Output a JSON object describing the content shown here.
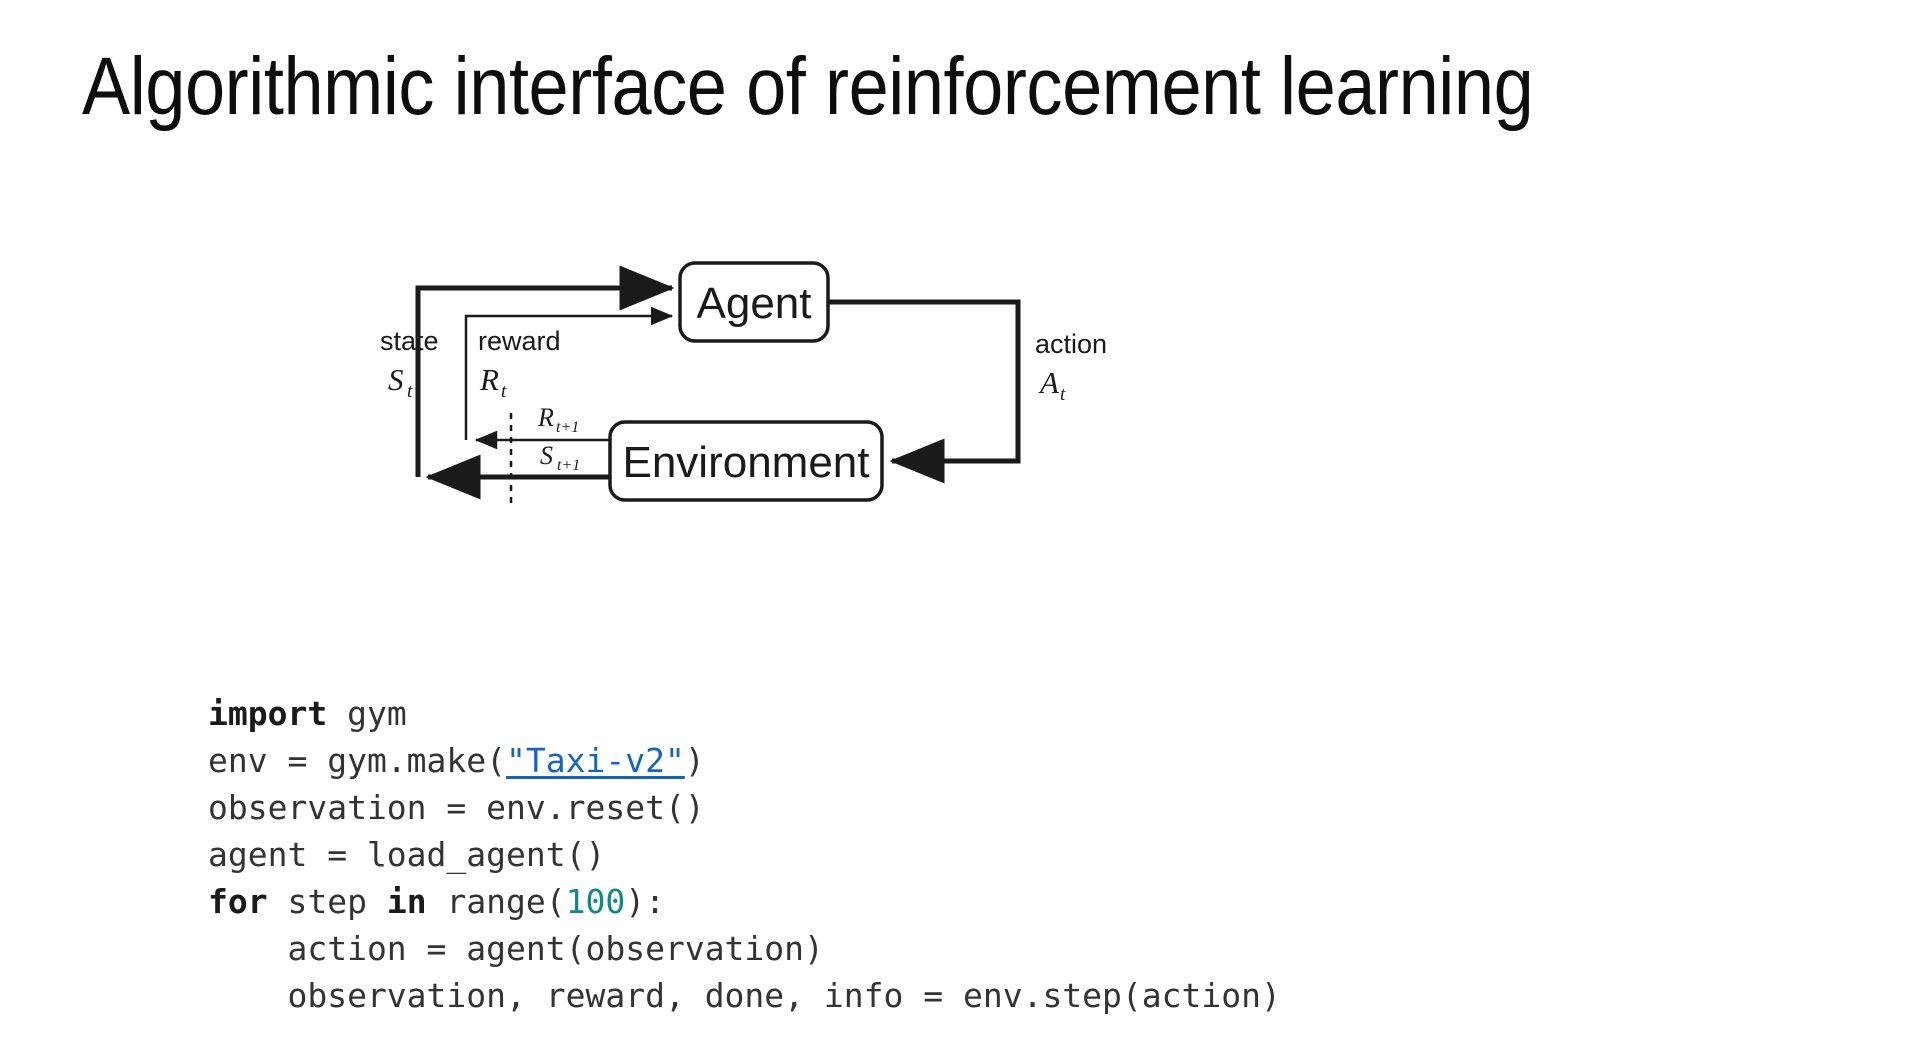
{
  "slide": {
    "title": "Algorithmic interface of reinforcement learning",
    "background_color": "#ffffff"
  },
  "diagram": {
    "name": "agent-environment-interaction-loop",
    "nodes": [
      {
        "id": "agent",
        "label": "Agent"
      },
      {
        "id": "environment",
        "label": "Environment"
      }
    ],
    "labels": {
      "state_text": "state",
      "state_symbol": "S",
      "state_subscript": "t",
      "reward_text": "reward",
      "reward_symbol": "R",
      "reward_subscript": "t",
      "action_text": "action",
      "action_symbol": "A",
      "action_subscript": "t",
      "next_reward_symbol": "R",
      "next_reward_subscript": "t+1",
      "next_state_symbol": "S",
      "next_state_subscript": "t+1"
    },
    "line_color": "#1a1a1a",
    "boundary_style": "dashed"
  },
  "code": {
    "language": "python",
    "link_color": "#1565c0",
    "number_color": "#0f8a85",
    "keyword_color": "#1a1a1a",
    "text_color": "#333333",
    "lines": [
      {
        "id": "line-1",
        "tokens": [
          {
            "type": "keyword",
            "text": "import"
          },
          {
            "type": "plain",
            "text": " gym"
          }
        ]
      },
      {
        "id": "line-2",
        "tokens": [
          {
            "type": "plain",
            "text": "env = gym.make("
          },
          {
            "type": "link",
            "text": "\"Taxi-v2\""
          },
          {
            "type": "plain",
            "text": ")"
          }
        ]
      },
      {
        "id": "line-3",
        "tokens": [
          {
            "type": "plain",
            "text": "observation = env.reset()"
          }
        ]
      },
      {
        "id": "line-4",
        "tokens": [
          {
            "type": "plain",
            "text": "agent = load_agent()"
          }
        ]
      },
      {
        "id": "line-5",
        "tokens": [
          {
            "type": "keyword",
            "text": "for"
          },
          {
            "type": "plain",
            "text": " step "
          },
          {
            "type": "keyword",
            "text": "in"
          },
          {
            "type": "plain",
            "text": " range("
          },
          {
            "type": "number",
            "text": "100"
          },
          {
            "type": "plain",
            "text": "):"
          }
        ]
      },
      {
        "id": "line-6",
        "tokens": [
          {
            "type": "plain",
            "text": "    action = agent(observation)"
          }
        ]
      },
      {
        "id": "line-7",
        "tokens": [
          {
            "type": "plain",
            "text": "    observation, reward, done, info = env.step(action)"
          }
        ]
      }
    ]
  }
}
